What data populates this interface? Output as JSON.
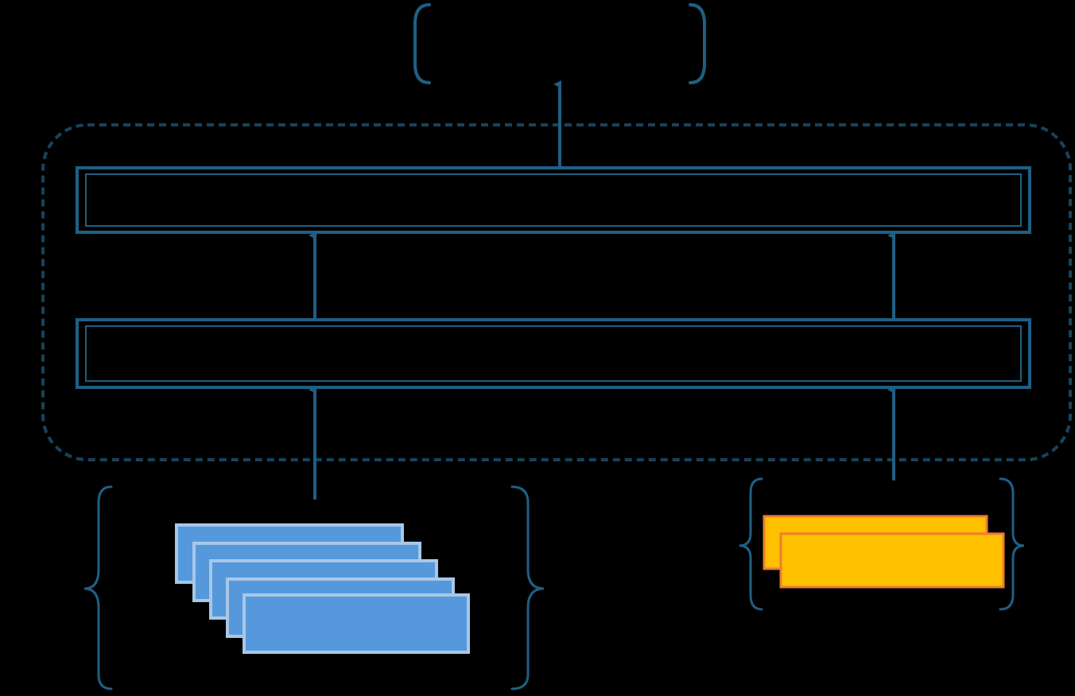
{
  "diagram": {
    "colors": {
      "background": "#000000",
      "outline": "#1f5f84",
      "container_dashed": "#17435c",
      "blue_card_fill": "#5599dc",
      "blue_card_border": "#a9c7e6",
      "yellow_card_fill": "#ffc000",
      "yellow_card_border": "#ed7d31"
    },
    "output_bracket": {
      "label": ""
    },
    "container": {
      "style": "dashed",
      "label": ""
    },
    "layers": [
      {
        "label": ""
      },
      {
        "label": ""
      }
    ],
    "inputs": [
      {
        "card_count": 5,
        "color": "blue",
        "label": ""
      },
      {
        "card_count": 2,
        "color": "yellow",
        "label": ""
      }
    ]
  }
}
